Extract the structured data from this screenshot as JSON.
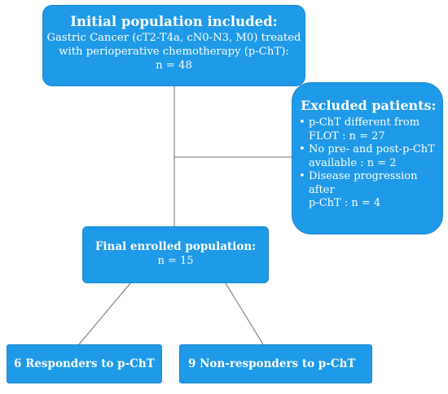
{
  "initial": {
    "title": "Initial population included:",
    "line1": "Gastric Cancer (cT2-T4a, cN0-N3, M0) treated",
    "line2": "with perioperative chemotherapy (p-ChT):",
    "line3": "n = 48"
  },
  "excluded": {
    "title": "Excluded patients:",
    "bullet_symbol": "•",
    "items": [
      {
        "line1": "p-ChT different from",
        "line2": "FLOT : n = 27"
      },
      {
        "line1": "No pre- and post-p-ChT",
        "line2": "available : n = 2"
      },
      {
        "line1": "Disease progression after",
        "line2": "p-ChT : n = 4"
      }
    ]
  },
  "final": {
    "title": "Final enrolled population:",
    "count": "n = 15"
  },
  "responders": {
    "label": "6 Responders to p-ChT"
  },
  "nonresponders": {
    "label": "9 Non-responders to p-ChT"
  },
  "colors": {
    "box_fill": "#1e9ae8",
    "box_text": "#ffffff",
    "connector": "#707070"
  }
}
